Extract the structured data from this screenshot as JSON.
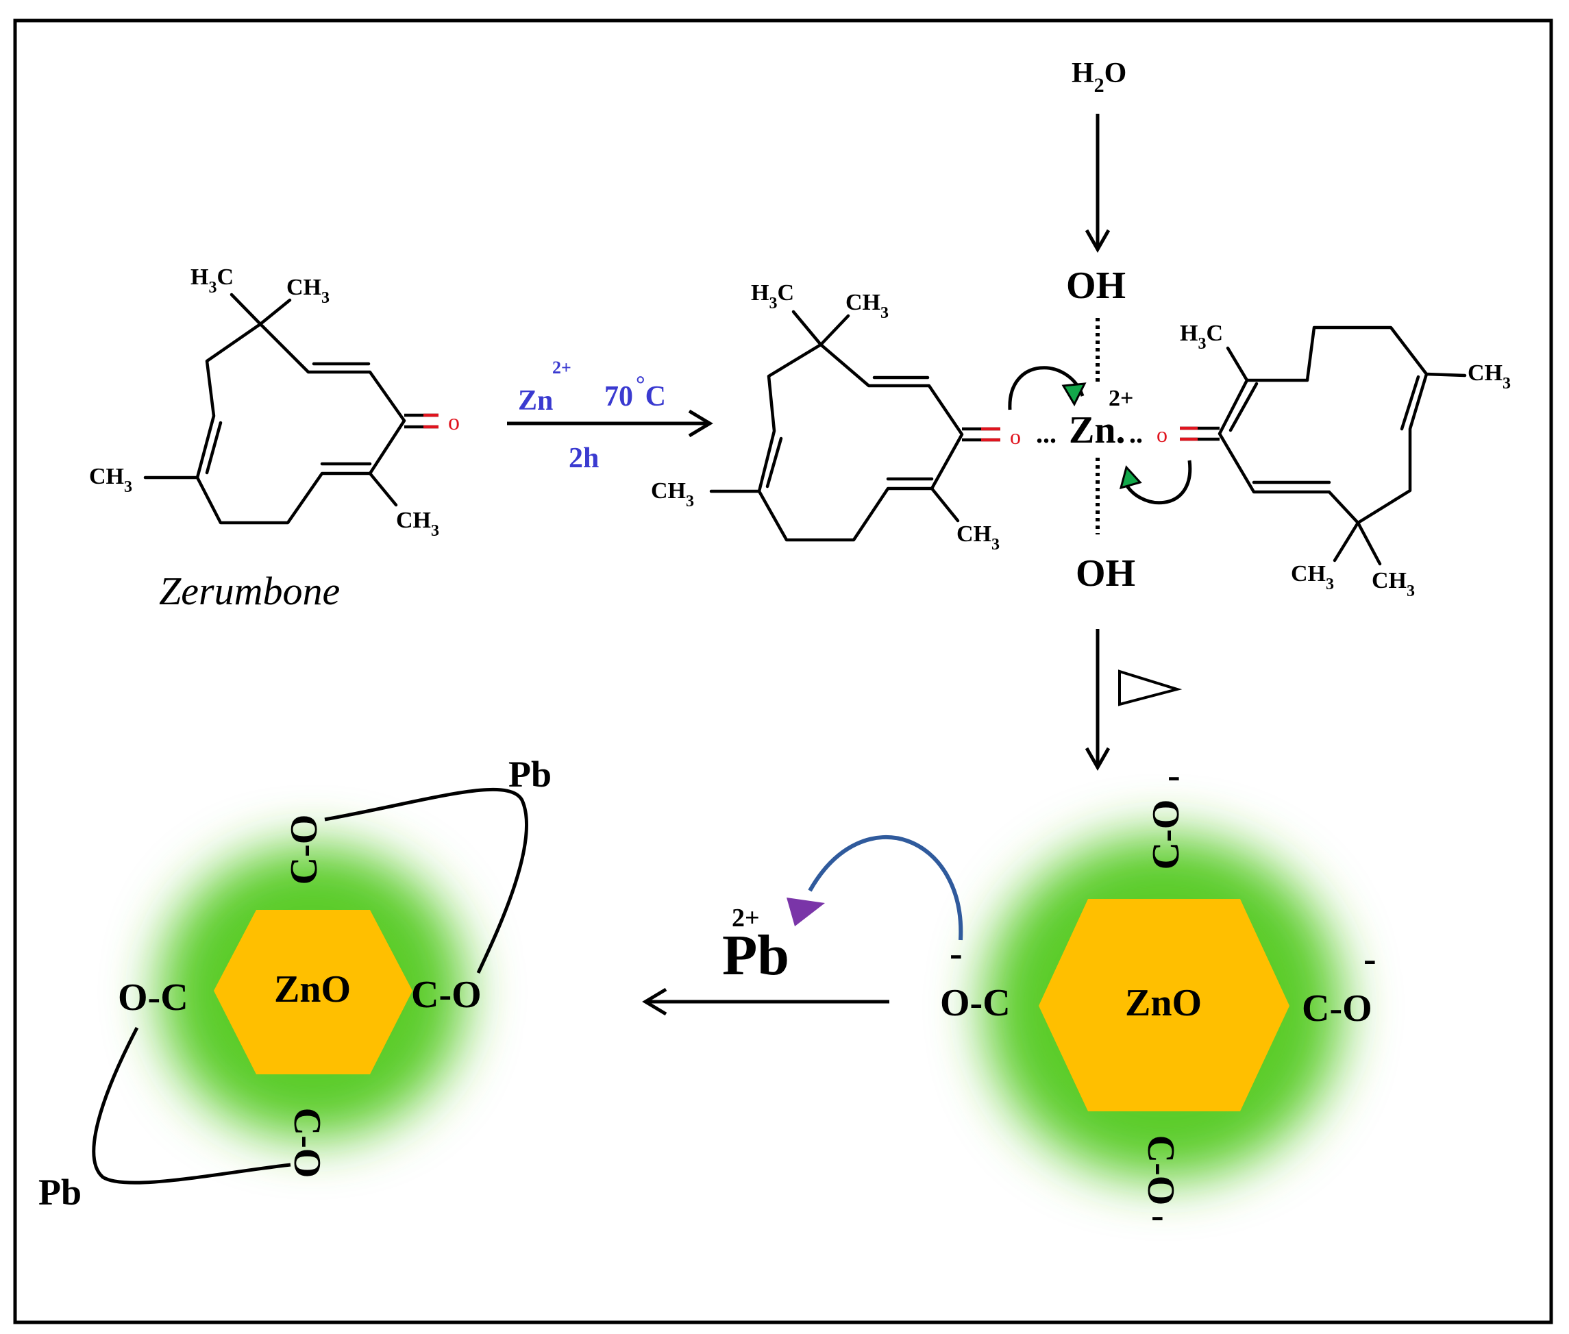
{
  "colors": {
    "frame": "#000000",
    "reagent_text": "#3a3ad0",
    "oxygen": "#e0141e",
    "hexagon": "#ffbf00",
    "glow": "#5ccc2a",
    "green_arrowhead": "#12a84a",
    "blue_arrow": "#2f5a9c",
    "purple_arrowhead": "#7a35a8"
  },
  "icons": [
    "reaction-arrow",
    "curved-arrow",
    "heat-triangle-icon",
    "hexagon-icon"
  ],
  "zerumbone": {
    "caption": "Zerumbone",
    "me_top_left": "H",
    "me_top_left_sub": "3",
    "me_top_left_tail": "C",
    "me_top_right": "CH",
    "me_top_right_sub": "3",
    "me_left": "CH",
    "me_left_sub": "3",
    "me_bottom": "CH",
    "me_bottom_sub": "3",
    "oxygen": "o"
  },
  "reaction1": {
    "metal": "Zn",
    "charge": "2+",
    "temp_value": "70",
    "degree": "°",
    "temp_unit": "C",
    "time": "2h"
  },
  "complex": {
    "water": "H",
    "water_sub": "2",
    "water_tail": "O",
    "hydroxyl_top": "OH",
    "hydroxyl_bottom": "OH",
    "metal": "Zn.",
    "charge": "2+",
    "dots_left": "...",
    "dots_right": "..",
    "oxygen_left": "o",
    "oxygen_right": "o",
    "left_me_top_left": "H",
    "left_me_top_left_sub": "3",
    "left_me_top_left_tail": "C",
    "left_me_top_right": "CH",
    "left_me_top_right_sub": "3",
    "left_me_left": "CH",
    "left_me_left_sub": "3",
    "left_me_bottom": "CH",
    "left_me_bottom_sub": "3",
    "right_me_top": "H",
    "right_me_top_sub": "3",
    "right_me_top_tail": "C",
    "right_me_right": "CH",
    "right_me_right_sub": "3",
    "right_me_bottom_left": "CH",
    "right_me_bottom_left_sub": "3",
    "right_me_bottom_right": "CH",
    "right_me_bottom_right_sub": "3"
  },
  "nanoparticle_right": {
    "core": "ZnO",
    "top": "C-O",
    "top_charge": "-",
    "bottom": "C-O",
    "bottom_charge": "-",
    "left": "O-C",
    "left_charge": "-",
    "right": "C-O",
    "right_charge": "-"
  },
  "reaction2": {
    "ion": "Pb",
    "charge": "2+"
  },
  "nanoparticle_left": {
    "core": "ZnO",
    "top": "C-O",
    "bottom": "C-O",
    "left": "O-C",
    "right": "C-O",
    "pb_top": "Pb",
    "pb_bottom": "Pb"
  }
}
